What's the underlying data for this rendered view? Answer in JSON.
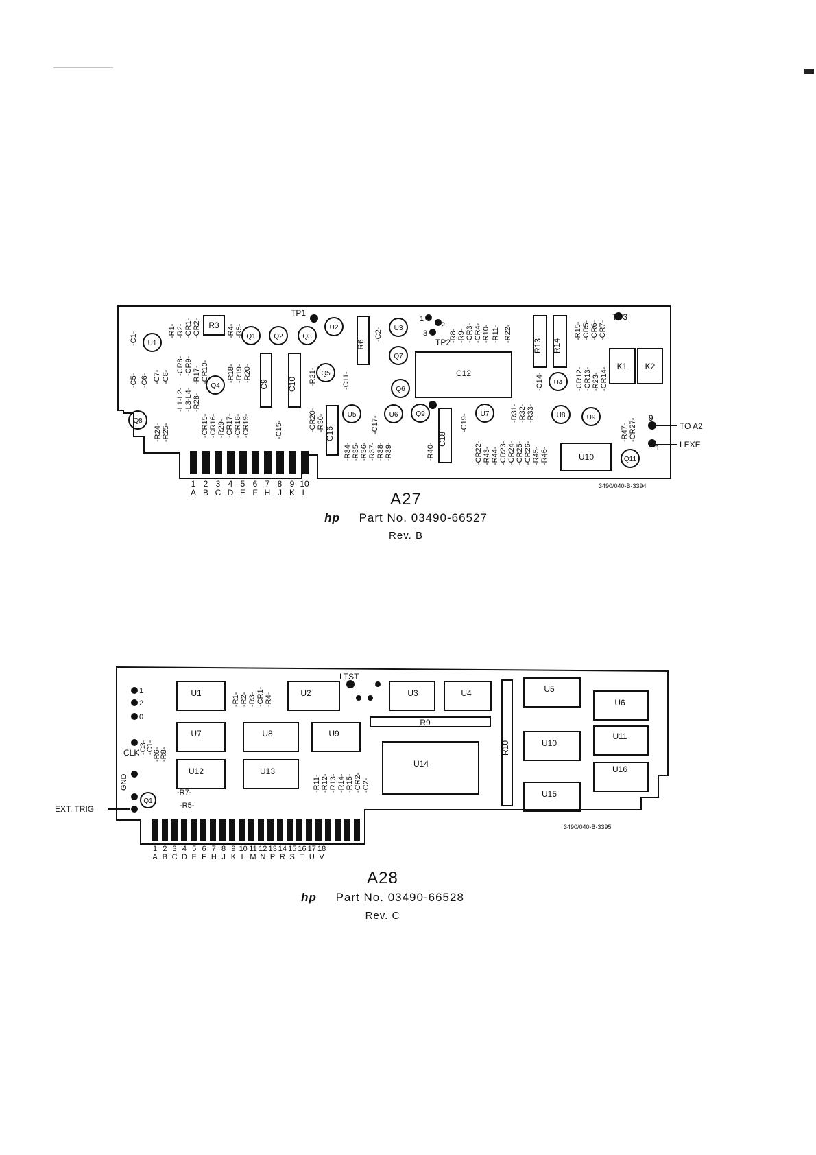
{
  "board_a27": {
    "title": "A27",
    "hp": "hp",
    "part_label": "Part No.",
    "part_number": "03490-66527",
    "revision": "Rev. B",
    "drawing_number": "3490/040-B-3394",
    "tp1": "TP1",
    "tp2": "TP2",
    "tp3": "TP3",
    "to_a2": "TO A2",
    "lexe": "LEXE",
    "pin9": "9",
    "pin1": "1",
    "transistors": [
      "U1",
      "Q1",
      "Q2",
      "Q3",
      "U2",
      "U3",
      "Q7",
      "Q6",
      "Q4",
      "Q5",
      "Q8",
      "U5",
      "U6",
      "Q9",
      "U7",
      "U4",
      "U8",
      "U9",
      "Q11"
    ],
    "blocks": [
      "R3",
      "R6",
      "C9",
      "C10",
      "C16",
      "C18",
      "C12",
      "R13",
      "R14",
      "K1",
      "K2",
      "U10"
    ],
    "edge_numbers": [
      "1",
      "2",
      "3",
      "4",
      "5",
      "6",
      "7",
      "8",
      "9",
      "10"
    ],
    "edge_letters": [
      "A",
      "B",
      "C",
      "D",
      "E",
      "F",
      "H",
      "J",
      "K",
      "L"
    ],
    "tp_dots": [
      "1",
      "2",
      "3"
    ]
  },
  "board_a28": {
    "title": "A28",
    "hp": "hp",
    "part_label": "Part No.",
    "part_number": "03490-66528",
    "revision": "Rev. C",
    "drawing_number": "3490/040-B-3395",
    "ext_trig": "EXT. TRIG",
    "clk": "CLK",
    "gnd": "GND",
    "ltst": "LTST",
    "q1": "Q1",
    "chips": [
      "U1",
      "U2",
      "U3",
      "U4",
      "U5",
      "U6",
      "U7",
      "U8",
      "U9",
      "U11",
      "U10",
      "U12",
      "U13",
      "U14",
      "U16",
      "U15",
      "R9",
      "R10"
    ],
    "dots": [
      "1",
      "2",
      "0"
    ],
    "edge_numbers": [
      "1",
      "2",
      "3",
      "4",
      "5",
      "6",
      "7",
      "8",
      "9",
      "10",
      "11",
      "12",
      "13",
      "14",
      "15",
      "16",
      "17",
      "18"
    ],
    "edge_letters": [
      "A",
      "B",
      "C",
      "D",
      "E",
      "F",
      "H",
      "J",
      "K",
      "L",
      "M",
      "N",
      "P",
      "R",
      "S",
      "T",
      "U",
      "V"
    ]
  }
}
